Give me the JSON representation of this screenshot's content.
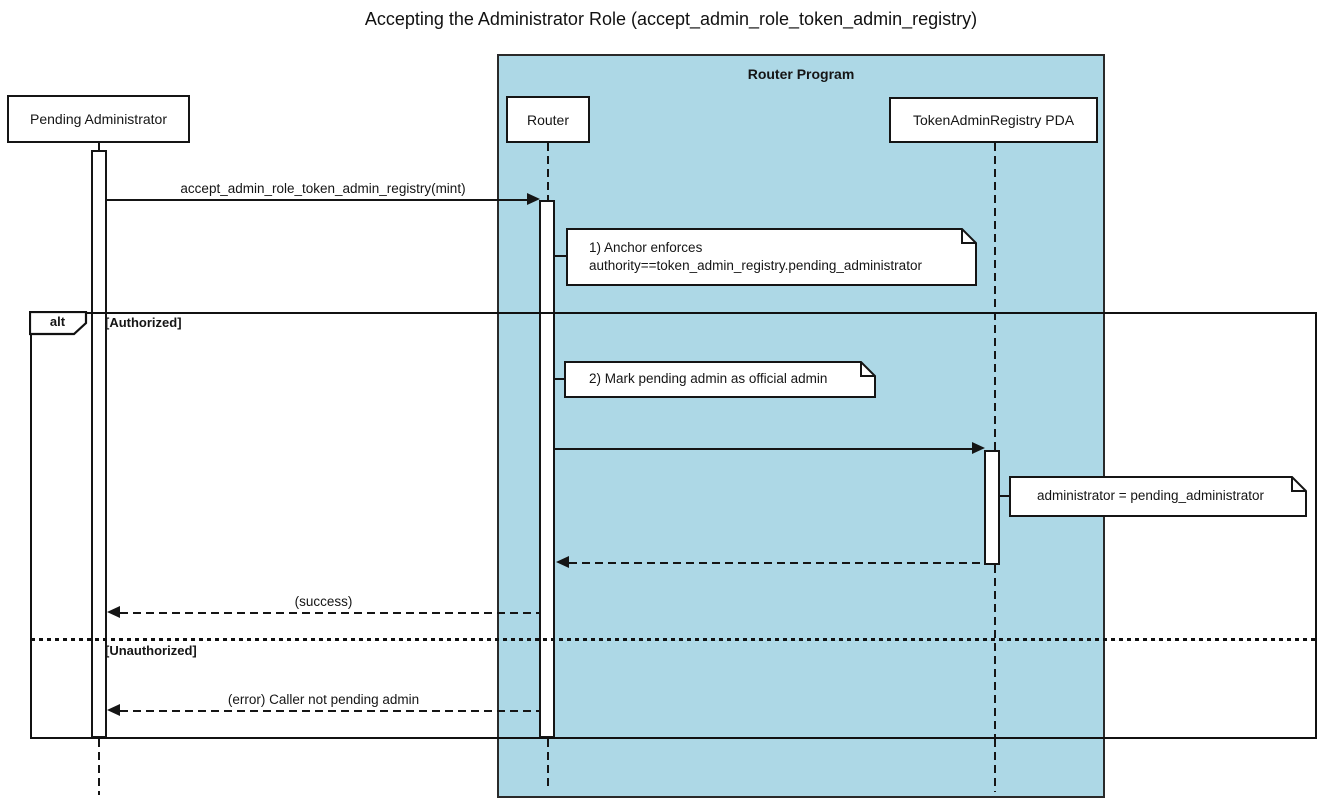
{
  "title": "Accepting the Administrator Role (accept_admin_role_token_admin_registry)",
  "colors": {
    "program_fill": "#ADD8E6",
    "line": "#151515",
    "note_fill": "#FFFFFF"
  },
  "program_frame": {
    "label": "Router Program"
  },
  "participants": [
    {
      "id": "pending-administrator",
      "label": "Pending Administrator",
      "inside_program": false
    },
    {
      "id": "router",
      "label": "Router",
      "inside_program": true
    },
    {
      "id": "token-admin-registry-pda",
      "label": "TokenAdminRegistry PDA",
      "inside_program": true
    }
  ],
  "alt_frame": {
    "operator": "alt",
    "guards": [
      "[Authorized]",
      "[Unauthorized]"
    ]
  },
  "messages": [
    {
      "label": "accept_admin_role_token_admin_registry(mint)",
      "from": "Pending Administrator",
      "to": "Router",
      "style": "solid"
    },
    {
      "label": "",
      "from": "Router",
      "to": "TokenAdminRegistry PDA",
      "style": "solid"
    },
    {
      "label": "",
      "from": "TokenAdminRegistry PDA",
      "to": "Router",
      "style": "dashed"
    },
    {
      "label": "(success)",
      "from": "Router",
      "to": "Pending Administrator",
      "style": "dashed"
    },
    {
      "label": "(error) Caller not pending admin",
      "from": "Router",
      "to": "Pending Administrator",
      "style": "dashed"
    }
  ],
  "notes": [
    {
      "lines": [
        "1) Anchor enforces",
        "authority==token_admin_registry.pending_administrator"
      ]
    },
    {
      "lines": [
        "2) Mark pending admin as official admin"
      ]
    },
    {
      "lines": [
        "administrator = pending_administrator"
      ]
    }
  ]
}
